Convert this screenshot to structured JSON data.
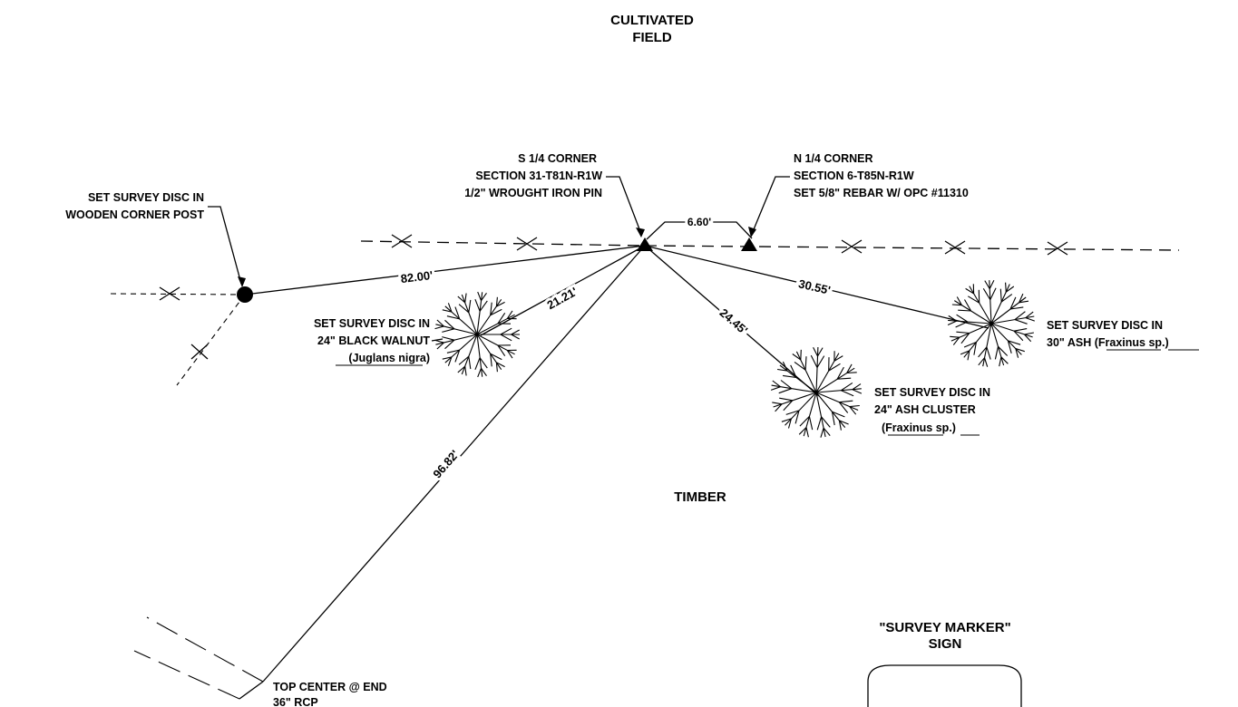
{
  "regions": {
    "north": [
      "CULTIVATED",
      "FIELD"
    ],
    "south": "TIMBER"
  },
  "corners": {
    "south_quarter": [
      "S 1/4 CORNER",
      "SECTION 31-T81N-R1W",
      "1/2\" WROUGHT IRON PIN"
    ],
    "north_quarter": [
      "N 1/4 CORNER",
      "SECTION 6-T85N-R1W",
      "SET 5/8\" REBAR W/ OPC #11310"
    ],
    "offset": "6.60'"
  },
  "witnesses": {
    "post": {
      "label": [
        "SET SURVEY DISC IN",
        "WOODEN CORNER POST"
      ],
      "distance": "82.00'"
    },
    "walnut": {
      "label": [
        "SET SURVEY DISC IN",
        "24\" BLACK WALNUT"
      ],
      "species": "(Juglans nigra)",
      "species_underlined": "Juglans nigra",
      "distance": "21.21'"
    },
    "ash_cluster": {
      "label": [
        "SET SURVEY DISC IN",
        "24\" ASH CLUSTER"
      ],
      "species": "(Fraxinus sp.)",
      "distance": "24.45'"
    },
    "ash": {
      "label": [
        "SET SURVEY DISC IN",
        "30\" ASH (Fraxinus sp.)"
      ],
      "label_parts": [
        "30\" ASH (",
        "Fraxinus",
        " sp.)"
      ],
      "distance": "30.55'"
    },
    "culvert": {
      "label": [
        "TOP CENTER @ END",
        "36\" RCP"
      ],
      "distance": "96.82'"
    }
  },
  "sign": [
    "\"SURVEY MARKER\"",
    "SIGN"
  ]
}
